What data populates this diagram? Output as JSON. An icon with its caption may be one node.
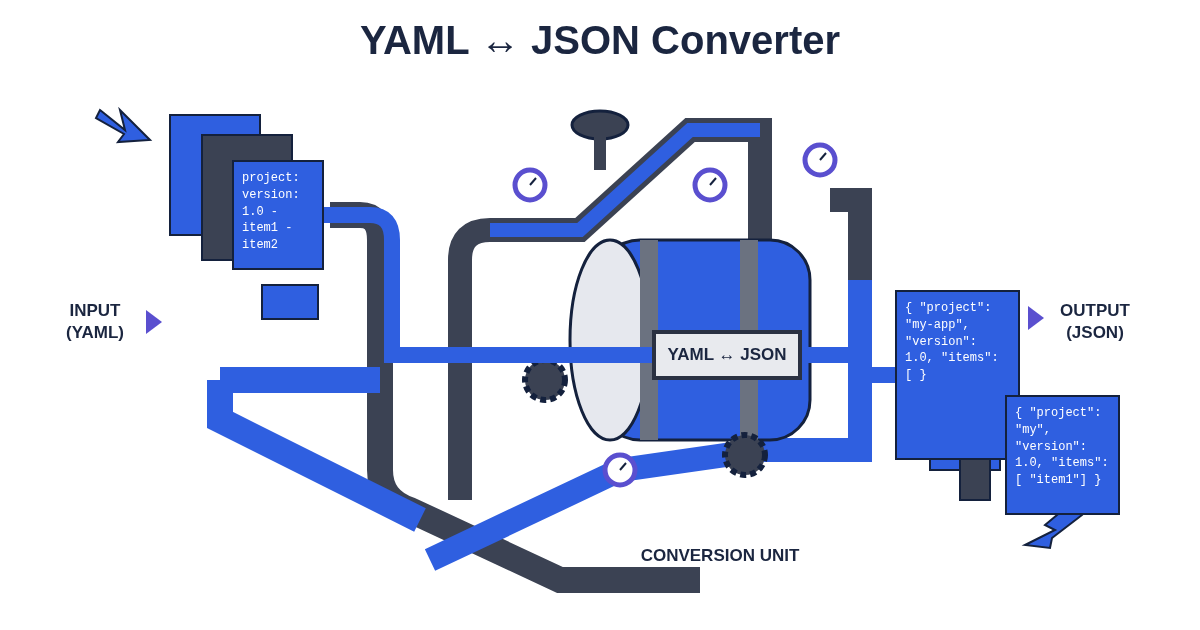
{
  "diagram": {
    "title": "YAML ↔ JSON Converter",
    "nodes": [
      {
        "text": [
          "project: version: 1.0 - item1 - item2"
        ]
      },
      {
        "text": [
          "YAML ↔ JSON"
        ]
      },
      {
        "text": [
          "{ \"project\": \"my-app\", \"version\": 1.0, \"items\": [ }"
        ]
      },
      {
        "text": [
          "{ \"project\": \"my\", \"version\": 1.0, \"items\": [ \"item1\"] }"
        ]
      }
    ],
    "edges": [
      {
        "from": 0,
        "to": 1,
        "arrow": "none"
      },
      {
        "from": 1,
        "to": 2,
        "arrow": "none"
      }
    ],
    "labels": [
      "INPUT (YAML)",
      "OUTPUT (JSON)",
      "CONVERSION UNIT"
    ]
  }
}
